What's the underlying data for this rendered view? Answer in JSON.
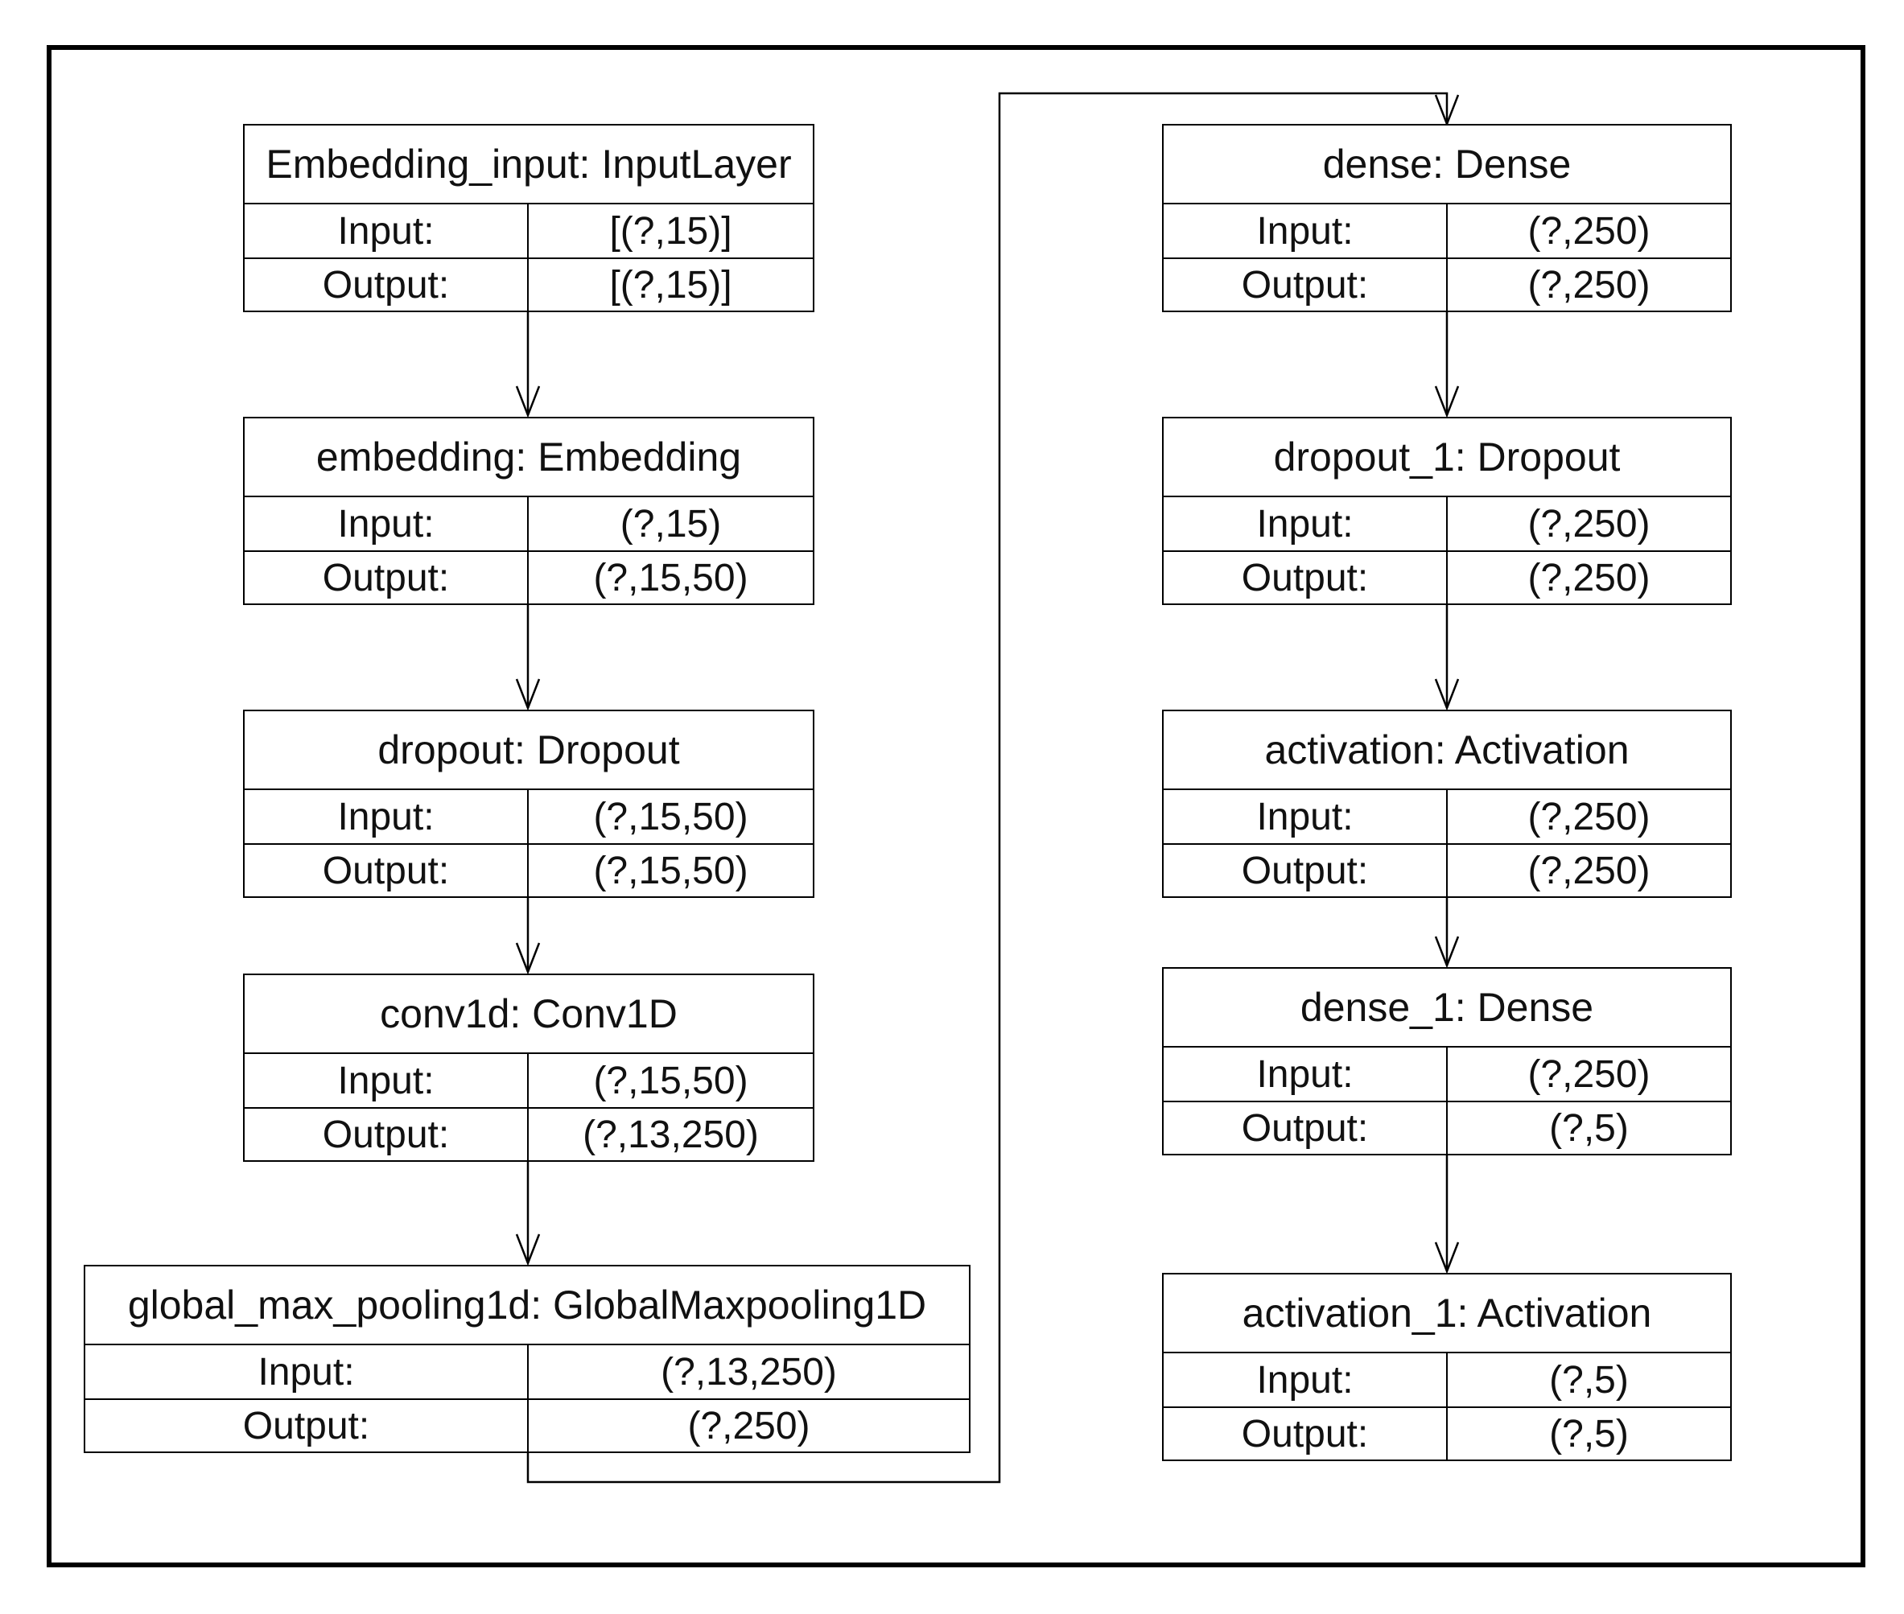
{
  "diagram": {
    "input_label": "Input:",
    "output_label": "Output:",
    "layers": [
      {
        "name": "Embedding_input: InputLayer",
        "input": "[(?,15)]",
        "output": "[(?,15)]"
      },
      {
        "name": "embedding: Embedding",
        "input": "(?,15)",
        "output": "(?,15,50)"
      },
      {
        "name": "dropout: Dropout",
        "input": "(?,15,50)",
        "output": "(?,15,50)"
      },
      {
        "name": "conv1d: Conv1D",
        "input": "(?,15,50)",
        "output": "(?,13,250)"
      },
      {
        "name": "global_max_pooling1d: GlobalMaxpooling1D",
        "input": "(?,13,250)",
        "output": "(?,250)"
      },
      {
        "name": "dense: Dense",
        "input": "(?,250)",
        "output": "(?,250)"
      },
      {
        "name": "dropout_1: Dropout",
        "input": "(?,250)",
        "output": "(?,250)"
      },
      {
        "name": "activation: Activation",
        "input": "(?,250)",
        "output": "(?,250)"
      },
      {
        "name": "dense_1: Dense",
        "input": "(?,250)",
        "output": "(?,5)"
      },
      {
        "name": "activation_1: Activation",
        "input": "(?,5)",
        "output": "(?,5)"
      }
    ]
  }
}
